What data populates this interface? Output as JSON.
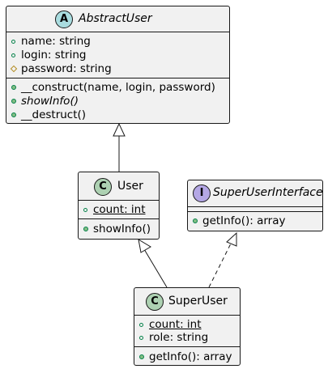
{
  "colors": {
    "box_fill": "#f1f1f1",
    "border": "#181818",
    "abstract_badge": "#a9dcdf",
    "class_badge": "#add1b2",
    "interface_badge": "#b4a7e5"
  },
  "classes": {
    "abstract_user": {
      "badge": "A",
      "name": "AbstractUser",
      "fields": [
        {
          "vis": "+",
          "text": "name: string"
        },
        {
          "vis": "+",
          "text": "login: string"
        },
        {
          "vis": "#",
          "text": "password: string"
        }
      ],
      "methods": [
        {
          "vis": "+",
          "text": "__construct(name, login, password)"
        },
        {
          "vis": "+",
          "text": "showInfo()"
        },
        {
          "vis": "+",
          "text": "__destruct()"
        }
      ]
    },
    "user": {
      "badge": "C",
      "name": "User",
      "fields": [
        {
          "vis": "+",
          "text": "count: int"
        }
      ],
      "methods": [
        {
          "vis": "+",
          "text": "showInfo()"
        }
      ]
    },
    "super_user_interface": {
      "badge": "I",
      "name": "SuperUserInterface",
      "methods": [
        {
          "vis": "+",
          "text": "getInfo(): array"
        }
      ]
    },
    "super_user": {
      "badge": "C",
      "name": "SuperUser",
      "fields": [
        {
          "vis": "+",
          "text": "count: int"
        },
        {
          "vis": "+",
          "text": "role: string"
        }
      ],
      "methods": [
        {
          "vis": "+",
          "text": "getInfo(): array"
        }
      ]
    }
  },
  "relations": [
    {
      "from": "User",
      "to": "AbstractUser",
      "kind": "extends"
    },
    {
      "from": "SuperUser",
      "to": "User",
      "kind": "extends"
    },
    {
      "from": "SuperUser",
      "to": "SuperUserInterface",
      "kind": "implements"
    }
  ]
}
